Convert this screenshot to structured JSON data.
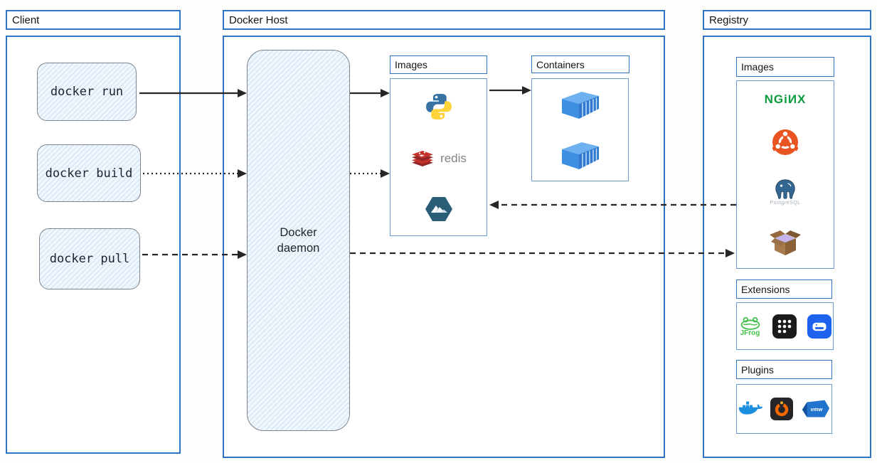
{
  "client": {
    "title": "Client",
    "commands": [
      {
        "label": "docker run"
      },
      {
        "label": "docker build"
      },
      {
        "label": "docker pull"
      }
    ]
  },
  "docker_host": {
    "title": "Docker Host",
    "daemon": {
      "line1": "Docker",
      "line2": "daemon"
    },
    "images": {
      "title": "Images",
      "items": [
        "python",
        "redis",
        "alpine"
      ],
      "redis_label": "redis"
    },
    "containers": {
      "title": "Containers",
      "count": 2
    }
  },
  "registry": {
    "title": "Registry",
    "images": {
      "title": "Images",
      "items": [
        "nginx",
        "ubuntu",
        "postgresql",
        "package-box"
      ],
      "nginx_wordmark": "NGiИX",
      "postgresql_label": "PostgreSQL"
    },
    "extensions": {
      "title": "Extensions",
      "items": [
        "jfrog",
        "app-grid",
        "drive-app"
      ],
      "jfrog_label": "JFrog"
    },
    "plugins": {
      "title": "Plugins",
      "items": [
        "docker-whale",
        "grafana",
        "vmware"
      ],
      "vmware_label": "vmw"
    }
  },
  "arrows": [
    {
      "from": "docker-run",
      "to": "docker-daemon",
      "style": "solid"
    },
    {
      "from": "docker-build",
      "to": "docker-daemon",
      "style": "dotted"
    },
    {
      "from": "docker-pull",
      "to": "docker-daemon",
      "style": "dashed"
    },
    {
      "from": "docker-daemon",
      "to": "host-images",
      "style": "solid"
    },
    {
      "from": "docker-daemon",
      "to": "host-images",
      "style": "dotted"
    },
    {
      "from": "host-images",
      "to": "containers",
      "style": "solid"
    },
    {
      "from": "registry-images",
      "to": "host-images",
      "style": "dashed"
    },
    {
      "from": "docker-daemon",
      "to": "registry-images",
      "style": "dashed"
    }
  ],
  "colors": {
    "frame_blue": "#2e75c4",
    "subframe_blue": "#6a9bd2",
    "hatch_fill": "#f0f7fc",
    "arrow": "#262626",
    "nginx_green": "#0a9b3e",
    "ubuntu_orange": "#e95420",
    "redis_red": "#c6302b",
    "alpine_teal": "#2a5e76",
    "container_blue": "#3e8ee2"
  }
}
